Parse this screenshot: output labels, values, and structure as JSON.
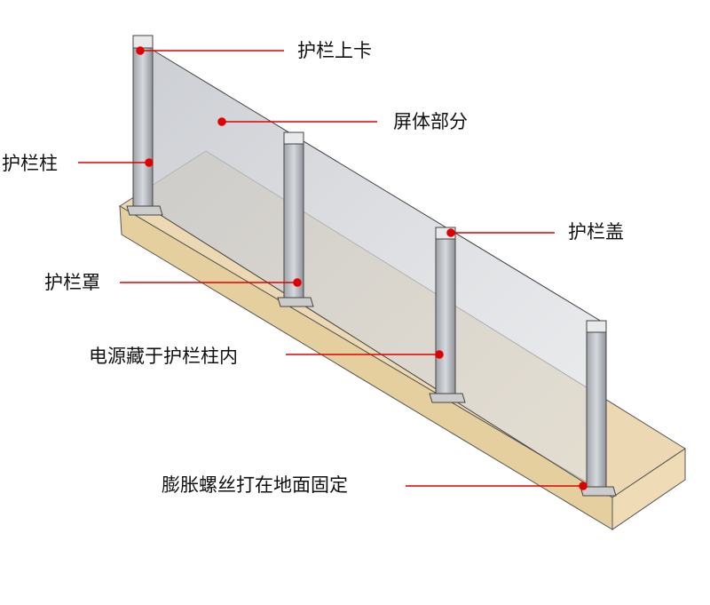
{
  "labels": {
    "top_clip": "护栏上卡",
    "screen_body": "屏体部分",
    "post": "护栏柱",
    "cap": "护栏盖",
    "cover": "护栏罩",
    "power_inside": "电源藏于护栏柱内",
    "anchor_bolts": "膨胀螺丝打在地面固定"
  },
  "colors": {
    "callout": "#e00000",
    "wood": "#e8d3a8",
    "glass": "#c9ccd2",
    "post": "#b8bcc2"
  }
}
